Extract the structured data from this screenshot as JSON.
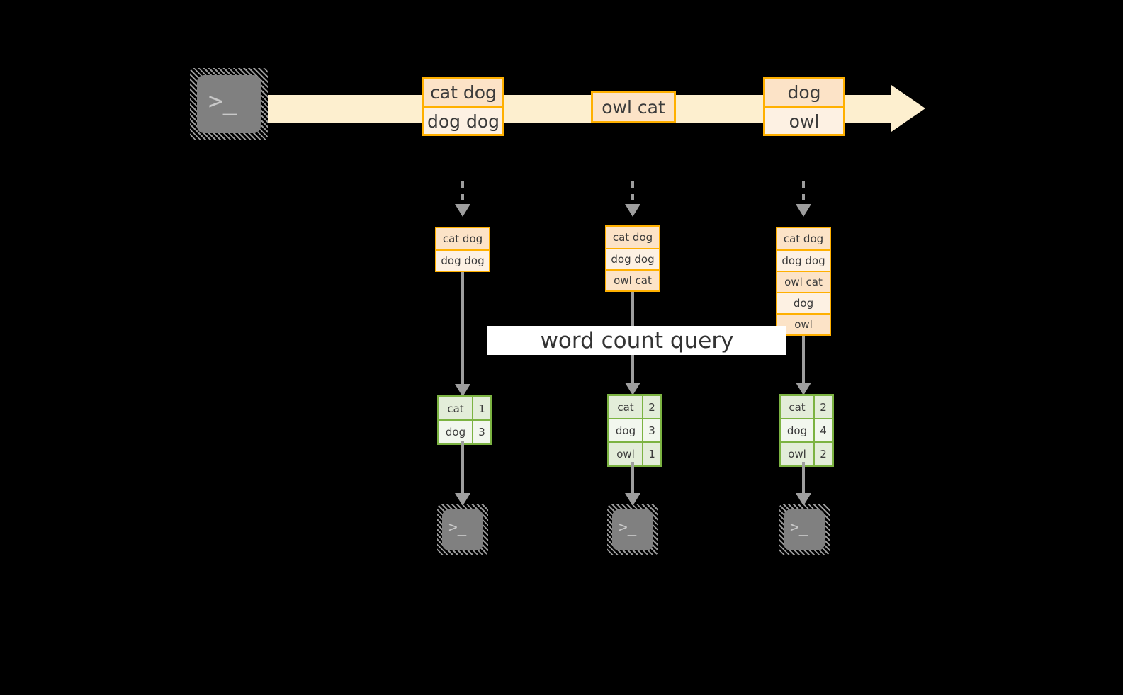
{
  "diagram": {
    "title_label": "word count query",
    "colors": {
      "stream_fill": "#FDEFCF",
      "event_border": "#FFB000",
      "event_fill_dark": "#FCE3C7",
      "event_fill_light": "#FDF1E3",
      "result_border": "#7CB342",
      "result_fill_dark": "#E3EDD9",
      "result_fill_light": "#F2F7EE",
      "connector": "#9E9E9E",
      "terminal_fill": "#808080",
      "background": "#000000",
      "banner_fill": "#FFFFFF"
    },
    "source": {
      "icon": "terminal-icon",
      "glyph": ">_"
    },
    "stream": {
      "arrow_direction": "right",
      "events": [
        {
          "lines": [
            "cat dog",
            "dog dog"
          ]
        },
        {
          "lines": [
            "owl cat"
          ]
        },
        {
          "lines": [
            "dog",
            "owl"
          ]
        }
      ]
    },
    "snapshots": [
      {
        "name": "snapshot-1",
        "table_lines": [
          "cat dog",
          "dog dog"
        ],
        "result_rows": [
          {
            "key": "cat",
            "value": "1"
          },
          {
            "key": "dog",
            "value": "3"
          }
        ],
        "sink": {
          "icon": "terminal-icon",
          "glyph": ">_"
        }
      },
      {
        "name": "snapshot-2",
        "table_lines": [
          "cat dog",
          "dog dog",
          "owl cat"
        ],
        "result_rows": [
          {
            "key": "cat",
            "value": "2"
          },
          {
            "key": "dog",
            "value": "3"
          },
          {
            "key": "owl",
            "value": "1"
          }
        ],
        "sink": {
          "icon": "terminal-icon",
          "glyph": ">_"
        }
      },
      {
        "name": "snapshot-3",
        "table_lines": [
          "cat dog",
          "dog dog",
          "owl cat",
          "dog",
          "owl"
        ],
        "result_rows": [
          {
            "key": "cat",
            "value": "2"
          },
          {
            "key": "dog",
            "value": "4"
          },
          {
            "key": "owl",
            "value": "2"
          }
        ],
        "sink": {
          "icon": "terminal-icon",
          "glyph": ">_"
        }
      }
    ]
  }
}
